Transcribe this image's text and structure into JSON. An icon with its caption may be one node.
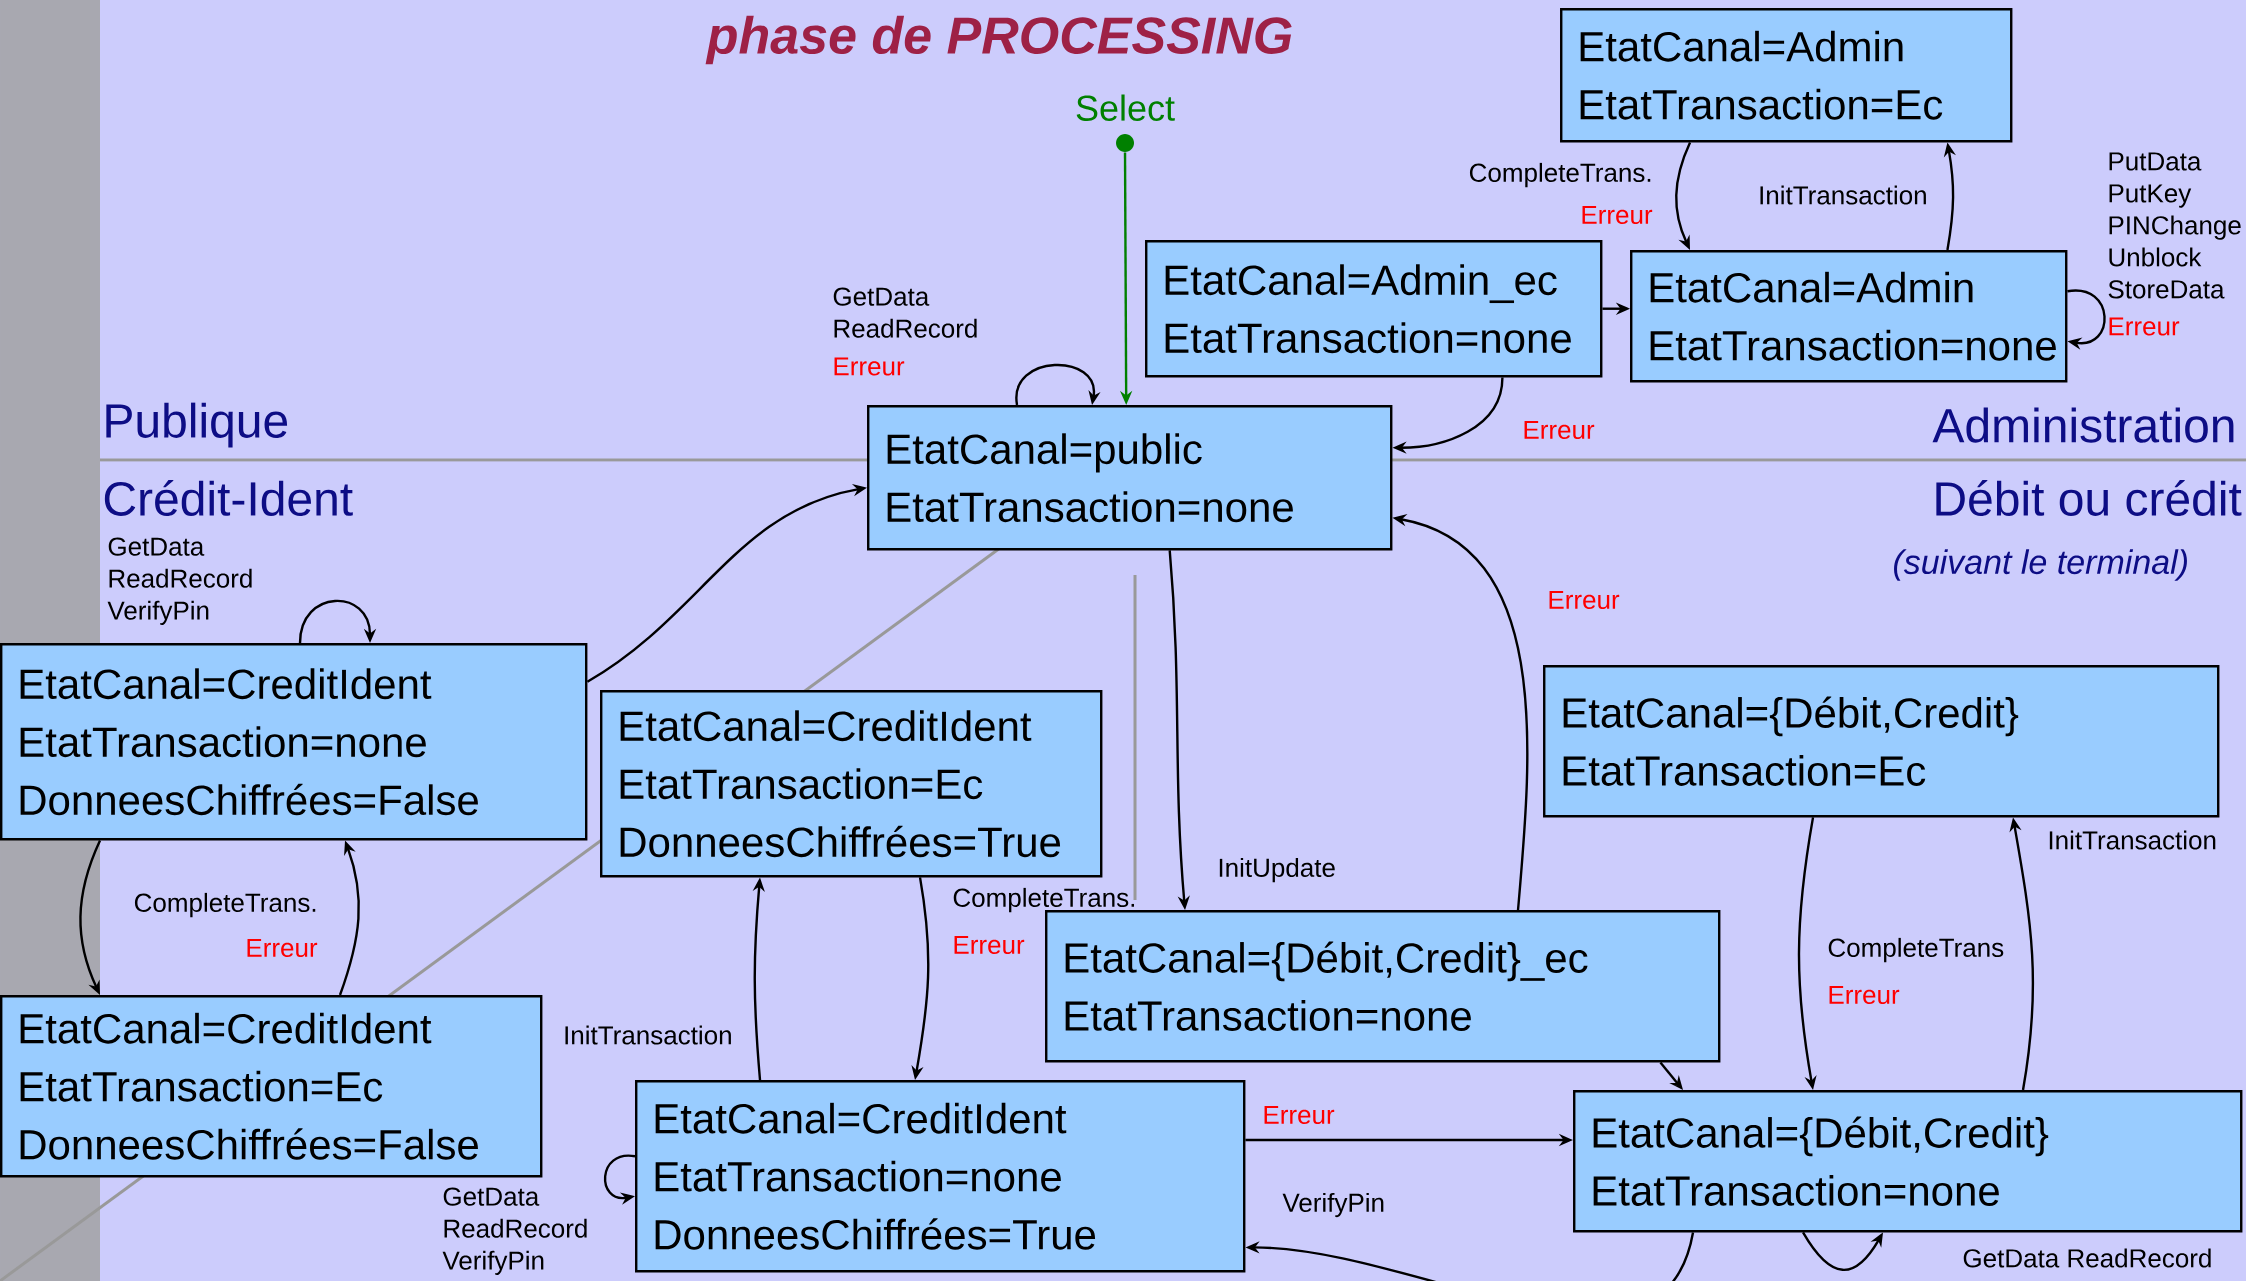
{
  "diagram": {
    "title": "phase de PROCESSING",
    "nodes": [
      {
        "text": [
          "EtatCanal=Admin",
          "EtatTransaction=Ec"
        ]
      },
      {
        "text": [
          "EtatCanal=Admin_ec",
          "EtatTransaction=none"
        ]
      },
      {
        "text": [
          "EtatCanal=Admin",
          "EtatTransaction=none"
        ]
      },
      {
        "text": [
          "EtatCanal=public",
          "EtatTransaction=none"
        ]
      },
      {
        "text": [
          "EtatCanal=CreditIdent",
          "EtatTransaction=none",
          "DonneesChiffrées=False"
        ]
      },
      {
        "text": [
          "EtatCanal=CreditIdent",
          "EtatTransaction=Ec",
          "DonneesChiffrées=True"
        ]
      },
      {
        "text": [
          "EtatCanal=CreditIdent",
          "EtatTransaction=Ec",
          "DonneesChiffrées=False"
        ]
      },
      {
        "text": [
          "EtatCanal={Débit,Credit}_ec",
          "EtatTransaction=none"
        ]
      },
      {
        "text": [
          "EtatCanal=CreditIdent",
          "EtatTransaction=none",
          "DonneesChiffrées=True"
        ]
      },
      {
        "text": [
          "EtatCanal={Débit,Credit}",
          "EtatTransaction=Ec"
        ]
      },
      {
        "text": [
          "EtatCanal={Débit,Credit}",
          "EtatTransaction=none"
        ]
      },
      {
        "text": [],
        "shape": "circle",
        "beside": [
          "Select"
        ]
      }
    ],
    "edges": [
      {
        "from": 11,
        "to": 3,
        "arrow": "to",
        "color": "#008000"
      },
      {
        "from": 3,
        "to": 3,
        "arrow": "to",
        "label": "GetData ReadRecord"
      },
      {
        "from": 1,
        "to": 3,
        "arrow": "to"
      },
      {
        "from": 1,
        "to": 2,
        "arrow": "to"
      },
      {
        "from": 0,
        "to": 2,
        "arrow": "to",
        "label": "CompleteTrans."
      },
      {
        "from": 2,
        "to": 0,
        "arrow": "to",
        "label": "InitTransaction"
      },
      {
        "from": 2,
        "to": 2,
        "arrow": "to",
        "label": "PutData PutKey PINChange Unblock StoreData"
      },
      {
        "from": 4,
        "to": 3,
        "arrow": "to"
      },
      {
        "from": 4,
        "to": 4,
        "arrow": "to",
        "label": "GetData ReadRecord VerifyPin"
      },
      {
        "from": 4,
        "to": 6,
        "arrow": "to"
      },
      {
        "from": 6,
        "to": 4,
        "arrow": "to",
        "label": "CompleteTrans."
      },
      {
        "from": 8,
        "to": 5,
        "arrow": "to",
        "label": "InitTransaction"
      },
      {
        "from": 5,
        "to": 8,
        "arrow": "to",
        "label": "CompleteTrans."
      },
      {
        "from": 8,
        "to": 8,
        "arrow": "to",
        "label": "GetData ReadRecord VerifyPin"
      },
      {
        "from": 3,
        "to": 7,
        "arrow": "to",
        "label": "InitUpdate"
      },
      {
        "from": 7,
        "to": 3,
        "arrow": "to"
      },
      {
        "from": 7,
        "to": 10,
        "arrow": "to"
      },
      {
        "from": 9,
        "to": 10,
        "arrow": "to",
        "label": "CompleteTrans"
      },
      {
        "from": 10,
        "to": 9,
        "arrow": "to",
        "label": "InitTransaction"
      },
      {
        "from": 10,
        "to": 10,
        "arrow": "to",
        "label": "GetData ReadRecord"
      },
      {
        "from": 8,
        "to": 10,
        "arrow": "to"
      },
      {
        "from": 10,
        "to": 8,
        "arrow": "to",
        "label": "VerifyPin"
      }
    ],
    "labels": [
      "Erreur",
      "Erreur",
      "Erreur",
      "Publique",
      "Administration",
      "Erreur",
      "Crédit-Ident",
      "Débit ou crédit",
      "(suivant le terminal)",
      "Erreur",
      "Erreur",
      "Erreur",
      "Erreur",
      "Erreur"
    ]
  }
}
